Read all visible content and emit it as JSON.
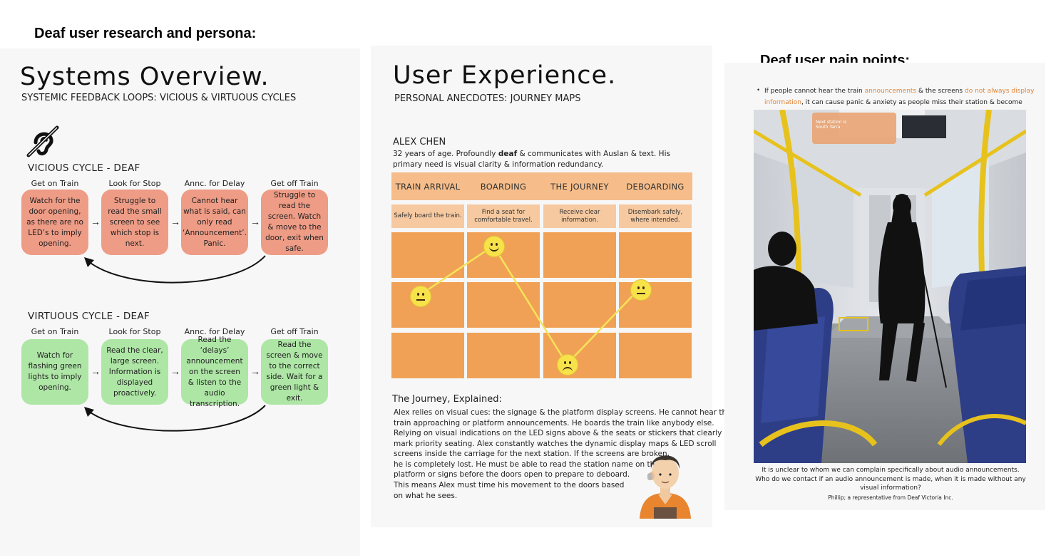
{
  "headings": {
    "left": "Deaf user research and persona:",
    "right": "Deaf user pain points:"
  },
  "systems": {
    "title": "Systems Overview.",
    "subtitle": "SYSTEMIC FEEDBACK LOOPS: VICIOUS & VIRTUOUS CYCLES",
    "vicious": {
      "title": "VICIOUS CYCLE - DEAF",
      "steps": [
        {
          "label": "Get on Train",
          "text": "Watch for the door opening, as there are no LED’s to imply opening."
        },
        {
          "label": "Look for Stop",
          "text": "Struggle to read the small screen to see which stop is next."
        },
        {
          "label": "Annc. for Delay",
          "text": "Cannot hear what is said, can only read ‘Announcement’. Panic."
        },
        {
          "label": "Get off Train",
          "text": "Struggle to read the screen. Watch & move to the door, exit when safe."
        }
      ]
    },
    "virtuous": {
      "title": "VIRTUOUS CYCLE - DEAF",
      "steps": [
        {
          "label": "Get on Train",
          "text": "Watch for flashing green lights to imply opening."
        },
        {
          "label": "Look for Stop",
          "text": "Read the clear, large screen. Information is displayed proactively."
        },
        {
          "label": "Annc. for Delay",
          "text": "Read the ‘delays’ announcement on the screen & listen to the audio transcription."
        },
        {
          "label": "Get off Train",
          "text": "Read the screen & move to the correct side. Wait for a green light & exit."
        }
      ]
    }
  },
  "ux": {
    "title": "User Experience.",
    "subtitle": "PERSONAL ANECDOTES: JOURNEY MAPS",
    "persona_name": "ALEX CHEN",
    "persona_desc_pre": "32 years of age. Profoundly ",
    "persona_desc_bold": "deaf",
    "persona_desc_post": " & communicates with Auslan & text. His primary need is visual clarity & information redundancy.",
    "stages": [
      "TRAIN ARRIVAL",
      "BOARDING",
      "THE JOURNEY",
      "DEBOARDING"
    ],
    "goals": [
      "Safely board the train.",
      "Find a seat for comfortable travel.",
      "Receive clear information.",
      "Disembark safely, where intended."
    ],
    "journey_title": "The Journey, Explained:",
    "journey_lines": [
      "Alex relies on visual cues: the signage & the platform display screens. He cannot hear the",
      "train approaching or platform announcements. He boards the train like anybody else.",
      "Relying on visual indications on the LED signs above & the seats or stickers that clearly",
      "mark priority seating. Alex constantly watches the dynamic display maps & LED scroll",
      "screens inside the carriage for the next station. If the screens are broken,",
      "he is completely lost. He must be able to read the station name on the",
      "platform or signs before the doors open to prepare to deboard.",
      "This means Alex must time his movement to the doors based",
      "on what he sees."
    ]
  },
  "pain": {
    "bullet_pre": "If people cannot hear the train ",
    "bullet_hl1": "announcements",
    "bullet_mid": " & the screens ",
    "bullet_hl2": "do not always display information",
    "bullet_post": ", it can cause panic & anxiety as people miss their station & become lost",
    "sign_line1": "Next station is",
    "sign_line2": "South Yarra",
    "quote": "It is unclear to whom we can complain specifically about audio announcements. Who do we contact if an audio announcement is made, when it is made without any visual information?",
    "attribution": "Phillip; a representative from  Deaf Victoria Inc."
  },
  "colors": {
    "vicious_box": "#ee9c86",
    "virtuous_box": "#aee6a6",
    "stage_header": "#f6bd8a",
    "goal_row": "#f6c9a0",
    "grid_cell": "#f0a155",
    "emotion_line": "#f5e35a",
    "highlight": "#e0863a"
  },
  "emotion_curve": [
    "neutral",
    "happy",
    "sad",
    "neutral"
  ],
  "icons": [
    "hearing-impaired-icon",
    "arrow-right-icon",
    "return-arrow-icon",
    "smiley-face-icon",
    "neutral-face-icon",
    "sad-face-icon"
  ]
}
